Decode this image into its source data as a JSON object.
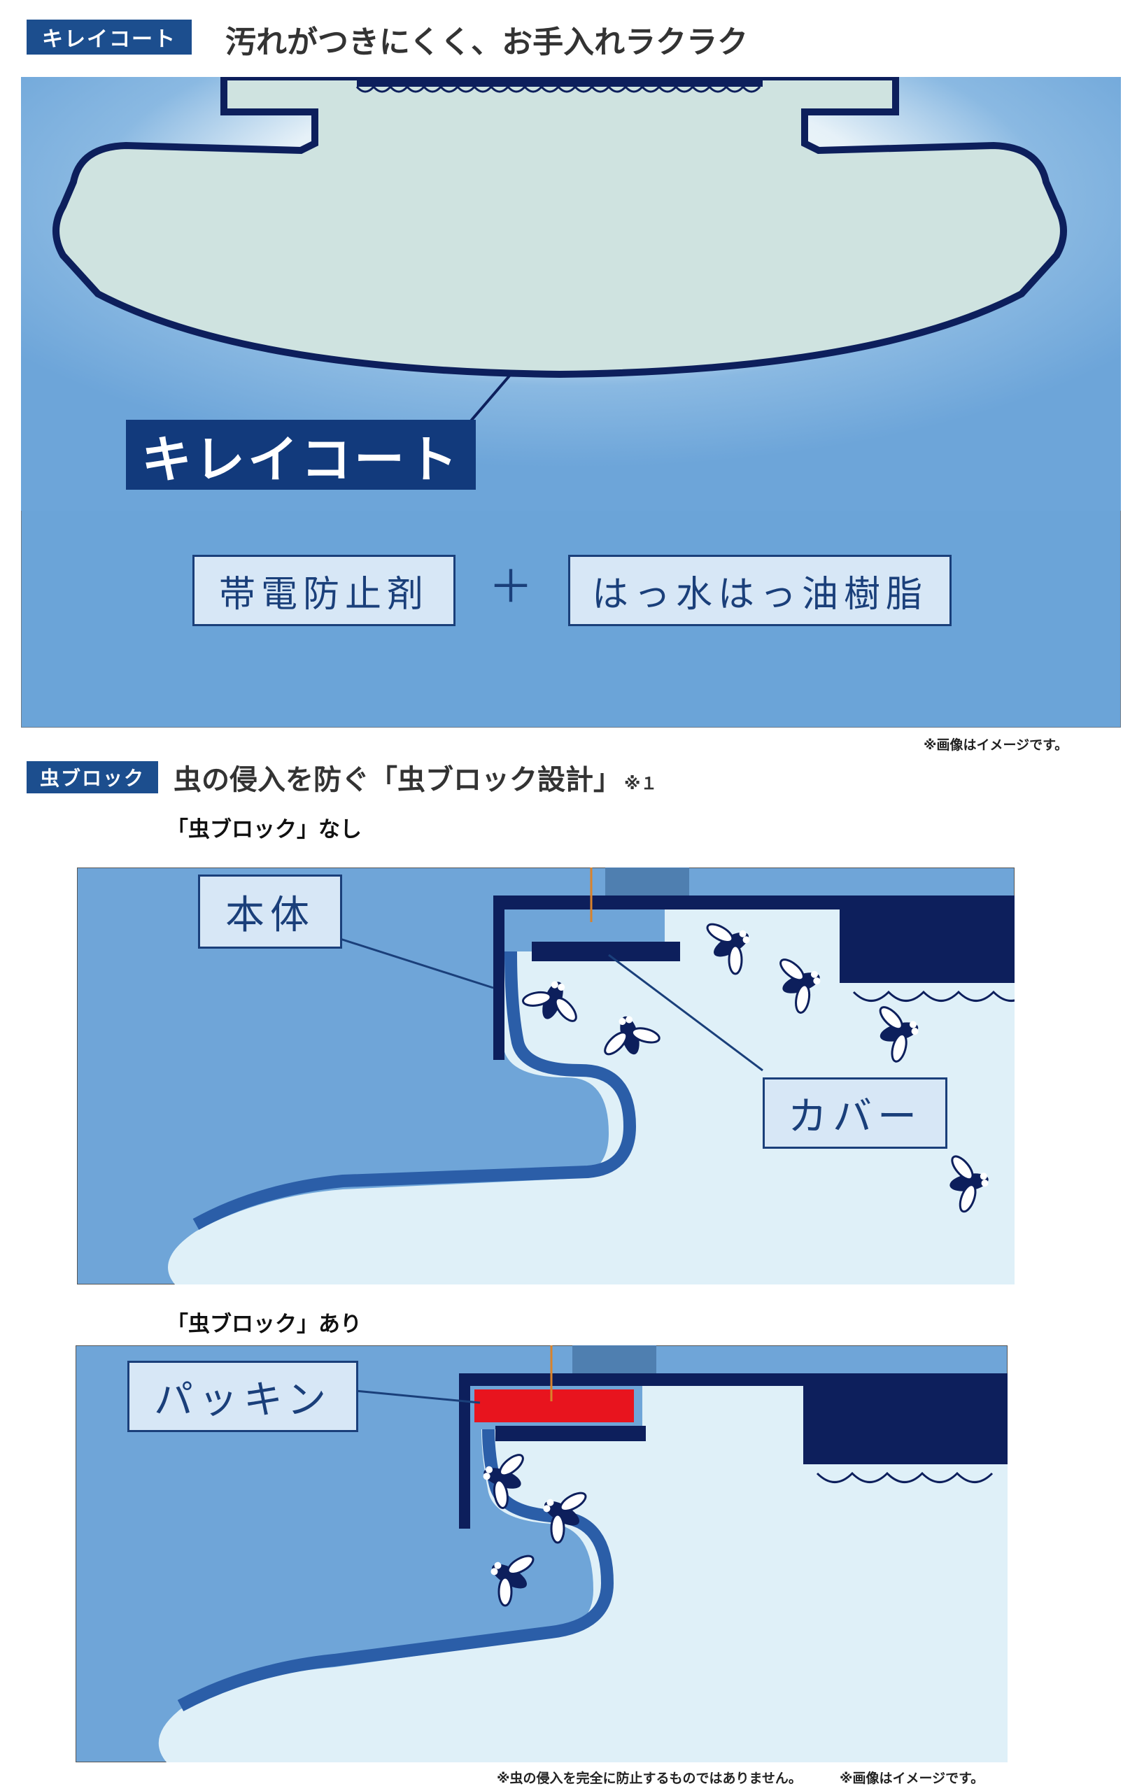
{
  "section1": {
    "tag": "キレイコート",
    "heading": "汚れがつきにくく、お手入れラクラク",
    "coat_label": "キレイコート",
    "ingredient_a": "帯電防止剤",
    "plus": "＋",
    "ingredient_b": "はっ水はっ油樹脂",
    "note": "※画像はイメージです。"
  },
  "section2": {
    "tag": "虫ブロック",
    "heading": "虫の侵入を防ぐ「虫ブロック設計」",
    "heading_sup": "※１",
    "panel_without": {
      "callout": "「虫ブロック」なし",
      "label_body": "本体",
      "label_cover": "カバー"
    },
    "panel_with": {
      "callout": "「虫ブロック」あり",
      "label_packing": "パッキン"
    },
    "footnote_1": "※虫の侵入を完全に防止するものではありません。",
    "footnote_2": "※画像はイメージです。"
  },
  "colors": {
    "navy": "#0d1f5c",
    "panel_blue": "#6fa5d8",
    "light_area": "#dff0f8",
    "tag_blue": "#1c4e8e",
    "packing_red": "#e8141e",
    "callout_orange": "#d9822b"
  },
  "icons": [
    "fly-icon"
  ]
}
